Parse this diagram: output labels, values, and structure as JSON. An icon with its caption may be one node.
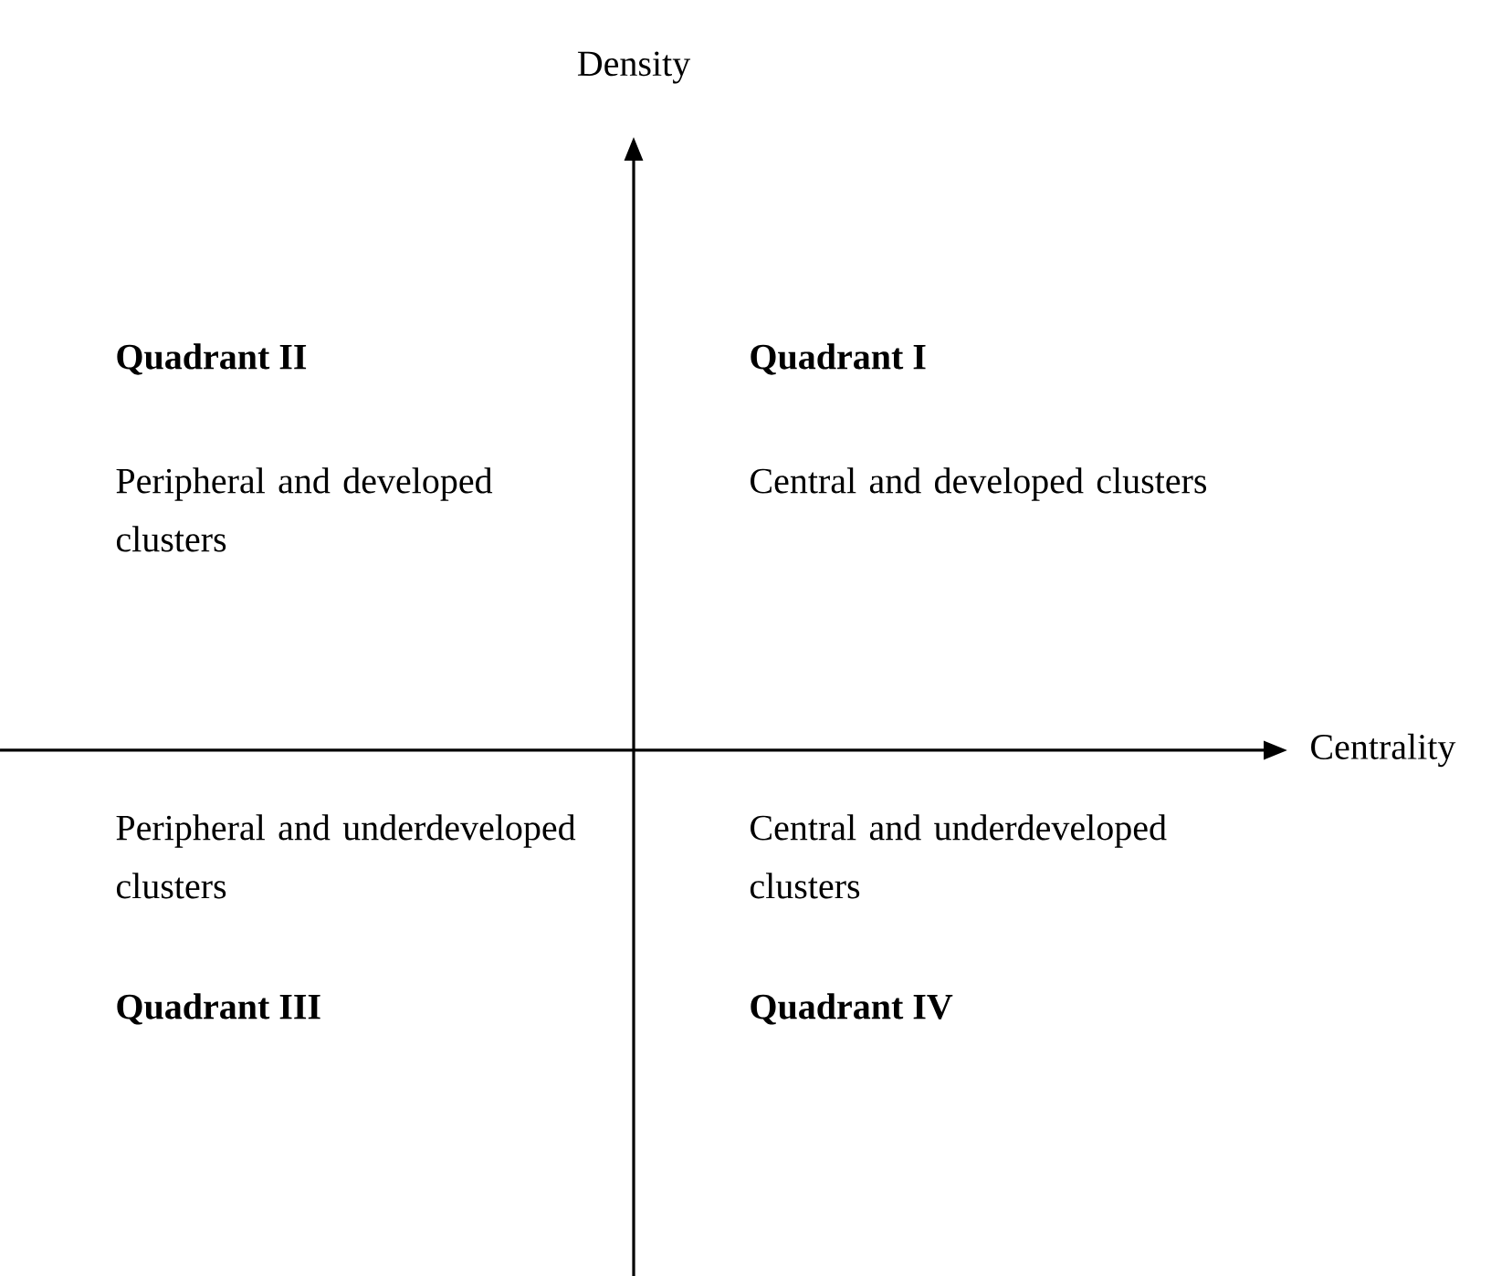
{
  "diagram": {
    "labels": [
      "Density",
      "Quadrant II",
      "Quadrant I",
      "Peripheral and developed clusters",
      "Central and developed clusters",
      "Centrality",
      "Peripheral and underdeveloped clusters",
      "Central and underdeveloped clusters",
      "Quadrant III",
      "Quadrant IV"
    ]
  }
}
